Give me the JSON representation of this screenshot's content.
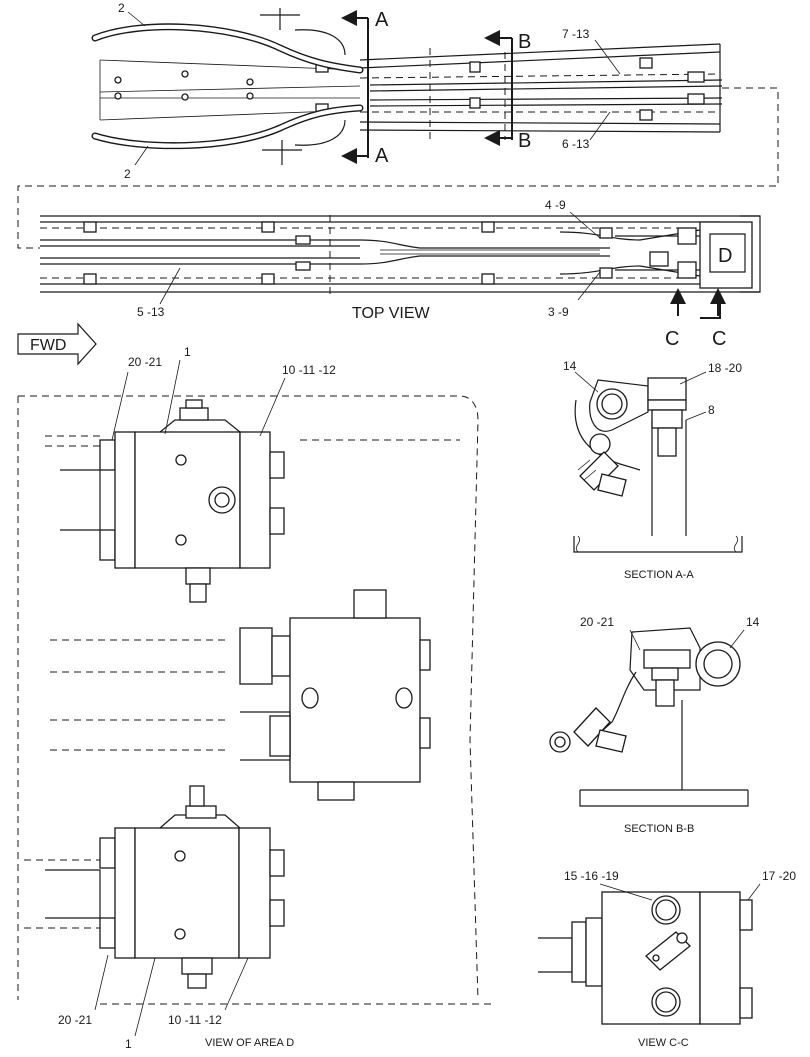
{
  "labels": {
    "top_view": "TOP VIEW",
    "fwd": "FWD",
    "section_a": "SECTION A-A",
    "section_b": "SECTION  B-B",
    "view_c": "VIEW C-C",
    "view_d": "VIEW OF AREA D",
    "cut_a": "A",
    "cut_b": "B",
    "cut_c": "C",
    "area_d": "D"
  },
  "callouts": {
    "c2": "2",
    "c7_13": "7 -13",
    "c6_13": "6 -13",
    "c4_9": "4 -9",
    "c3_9": "3 -9",
    "c5_13": "5 -13",
    "c1": "1",
    "c20_21": "20 -21",
    "c10_11_12": "10 -11 -12",
    "c14": "14",
    "c18_20": "18 -20",
    "c8": "8",
    "c15_16_19": "15 -16 -19",
    "c17_20": "17 -20"
  }
}
